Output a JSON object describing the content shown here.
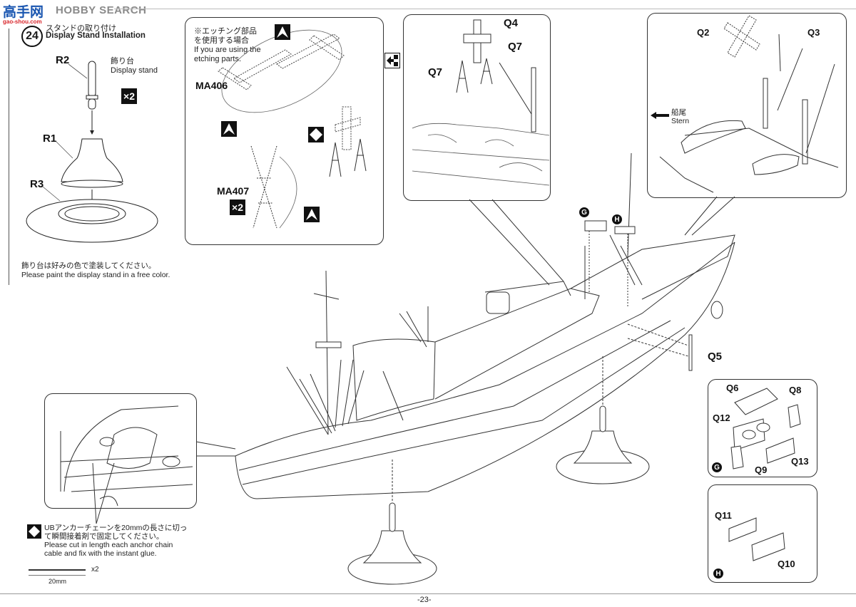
{
  "watermark": {
    "logo_text": "高手网",
    "site_text": "gao-shou.com",
    "brand_text": "HOBBY SEARCH",
    "colors": {
      "logo_blue": "#1a56b0",
      "logo_red": "#d8262b",
      "brand_gray": "#8a8a8a"
    }
  },
  "step": {
    "number": "24",
    "title_ja": "スタンドの取り付け",
    "title_en": "Display Stand Installation"
  },
  "stand_panel": {
    "parts": {
      "r2": "R2",
      "r1": "R1",
      "r3": "R3"
    },
    "display_stand_ja": "飾り台",
    "display_stand_en": "Display stand",
    "quantity": "×2",
    "note_ja": "飾り台は好みの色で塗装してください。",
    "note_en": "Please paint the display stand in a free color."
  },
  "etching_panel": {
    "note_ja_line1": "※エッチング部品",
    "note_ja_line2": "を使用する場合",
    "note_en_line1": "If you are using the",
    "note_en_line2": "etching parts.",
    "part_ma406": "MA406",
    "part_ma407": "MA407",
    "quantity": "×2"
  },
  "mast_panel": {
    "parts": {
      "q4": "Q4",
      "q7a": "Q7",
      "q7b": "Q7"
    }
  },
  "stern_panel": {
    "parts": {
      "q2": "Q2",
      "q3": "Q3"
    },
    "direction_ja": "船尾",
    "direction_en": "Stern"
  },
  "main_view": {
    "parts": {
      "q5": "Q5"
    },
    "marks": {
      "g": "G",
      "h": "H"
    }
  },
  "subassembly_g": {
    "mark": "G",
    "parts": {
      "q6": "Q6",
      "q8": "Q8",
      "q12": "Q12",
      "q9": "Q9",
      "q13": "Q13"
    }
  },
  "subassembly_h": {
    "mark": "H",
    "parts": {
      "q11": "Q11",
      "q10": "Q10"
    }
  },
  "anchor_note": {
    "ja_line1": "UBアンカーチェーンを20mmの長さに切っ",
    "ja_line2": "て瞬間接着剤で固定してください。",
    "en_line1": "Please cut in length each anchor chain",
    "en_line2": "cable and fix with the instant glue.",
    "scale_label": "20mm",
    "quantity": "x2"
  },
  "footer": {
    "page_number": "-23-"
  }
}
